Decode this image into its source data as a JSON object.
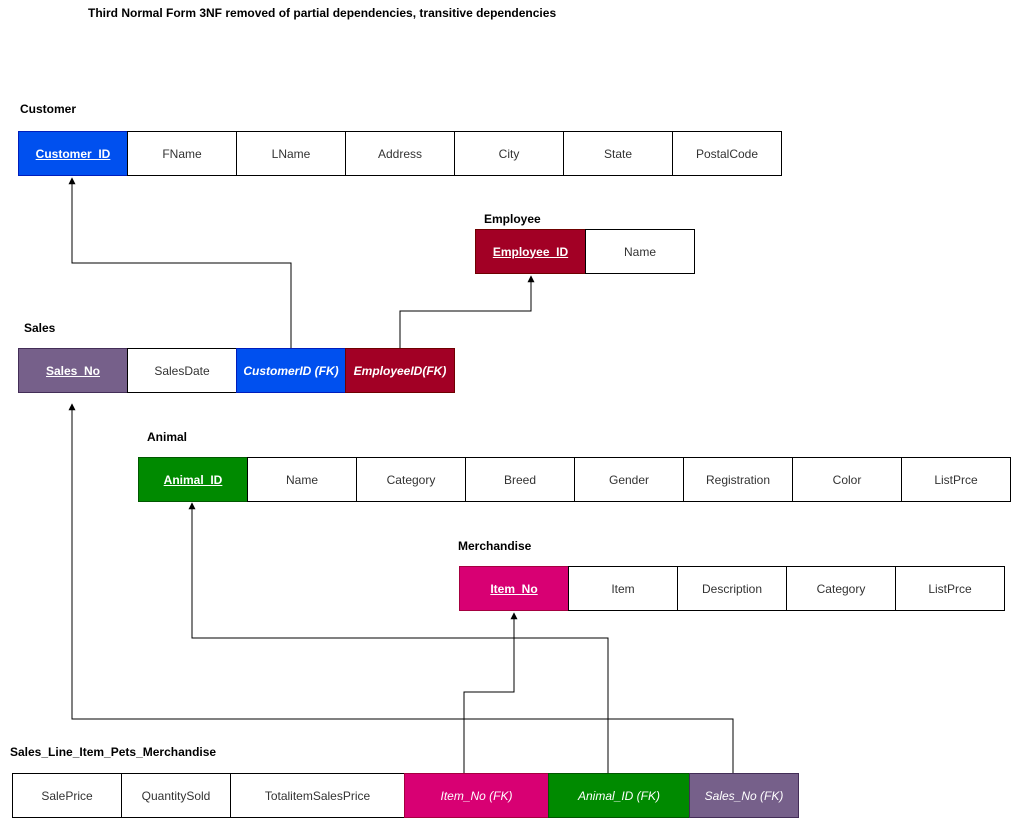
{
  "diagram_title": "Third Normal Form  3NF removed of partial dependencies, transitive dependencies",
  "tables": {
    "customer": {
      "name": "Customer",
      "fields": [
        "Customer_ID",
        "FName",
        "LName",
        "Address",
        "City",
        "State",
        "PostalCode"
      ]
    },
    "employee": {
      "name": "Employee",
      "fields": [
        "Employee_ID",
        "Name"
      ]
    },
    "sales": {
      "name": "Sales",
      "fields": [
        "Sales_No",
        "SalesDate",
        "CustomerID (FK)",
        "EmployeeID(FK)"
      ]
    },
    "animal": {
      "name": "Animal",
      "fields": [
        "Animal_ID",
        "Name",
        "Category",
        "Breed",
        "Gender",
        "Registration",
        "Color",
        "ListPrce"
      ]
    },
    "merchandise": {
      "name": "Merchandise",
      "fields": [
        "Item_No",
        "Item",
        "Description",
        "Category",
        "ListPrce"
      ]
    },
    "sales_line": {
      "name": "Sales_Line_Item_Pets_Merchandise",
      "fields": [
        "SalePrice",
        "QuantitySold",
        "TotalitemSalesPrice",
        "Item_No (FK)",
        "Animal_ID (FK)",
        "Sales_No (FK)"
      ]
    }
  },
  "colors": {
    "customer_key": "#0050ef",
    "employee_key": "#a20025",
    "sales_key": "#76608a",
    "animal_key": "#008a00",
    "merchandise_key": "#d80073"
  }
}
